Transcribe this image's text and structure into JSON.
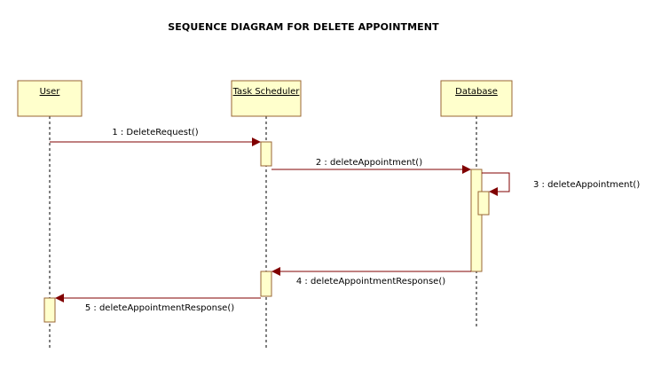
{
  "title": "SEQUENCE DIAGRAM FOR DELETE APPOINTMENT",
  "lifelines": [
    {
      "id": "user",
      "label": "User"
    },
    {
      "id": "scheduler",
      "label": "Task Scheduler"
    },
    {
      "id": "database",
      "label": "Database"
    }
  ],
  "messages": [
    {
      "label": "1 : DeleteRequest()",
      "from": "user",
      "to": "scheduler",
      "kind": "call"
    },
    {
      "label": "2 : deleteAppointment()",
      "from": "scheduler",
      "to": "database",
      "kind": "call"
    },
    {
      "label": "3 : deleteAppointment()",
      "from": "database",
      "to": "database",
      "kind": "self"
    },
    {
      "label": "4 : deleteAppointmentResponse()",
      "from": "database",
      "to": "scheduler",
      "kind": "return"
    },
    {
      "label": "5 : deleteAppointmentResponse()",
      "from": "scheduler",
      "to": "user",
      "kind": "return"
    }
  ],
  "colors": {
    "box_fill": "#ffffcc",
    "box_stroke": "#996633",
    "arrow": "#800000"
  }
}
